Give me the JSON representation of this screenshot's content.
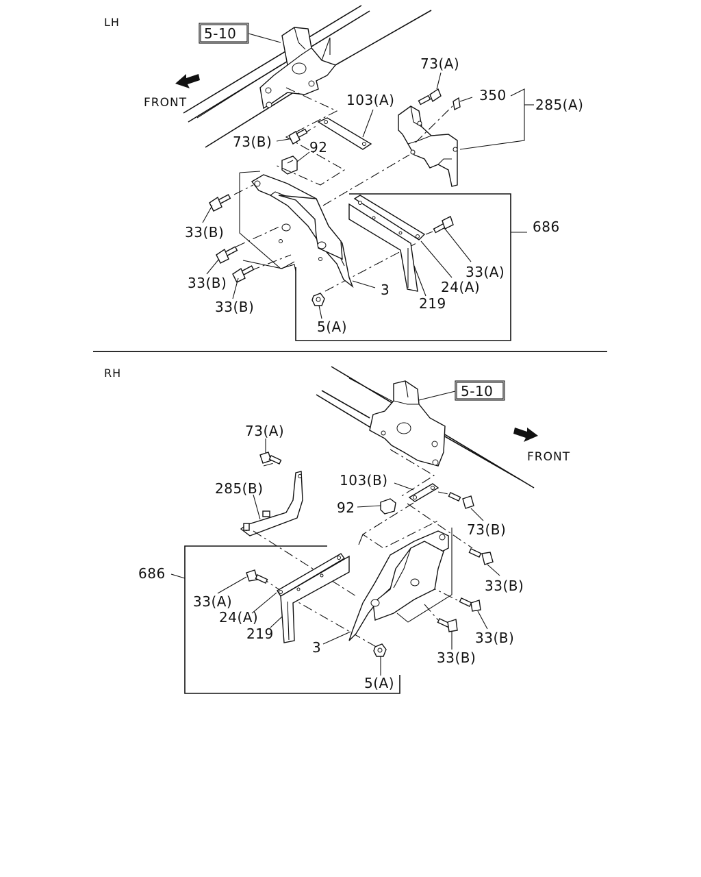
{
  "sections": {
    "lh": {
      "title": "LH",
      "front_label": "FRONT",
      "ref_box": "5-10",
      "labels": {
        "l73a": "73(A)",
        "l350": "350",
        "l285a": "285(A)",
        "l103a": "103(A)",
        "l73b": "73(B)",
        "l92": "92",
        "l686": "686",
        "l33b_1": "33(B)",
        "l33b_2": "33(B)",
        "l33b_3": "33(B)",
        "l33a": "33(A)",
        "l24a": "24(A)",
        "l3": "3",
        "l219": "219",
        "l5a": "5(A)"
      }
    },
    "rh": {
      "title": "RH",
      "front_label": "FRONT",
      "ref_box": "5-10",
      "labels": {
        "l73a": "73(A)",
        "l285b": "285(B)",
        "l103b": "103(B)",
        "l92": "92",
        "l73b": "73(B)",
        "l686": "686",
        "l33a": "33(A)",
        "l24a": "24(A)",
        "l219": "219",
        "l3": "3",
        "l33b_1": "33(B)",
        "l33b_2": "33(B)",
        "l33b_3": "33(B)",
        "l5a": "5(A)"
      }
    }
  }
}
